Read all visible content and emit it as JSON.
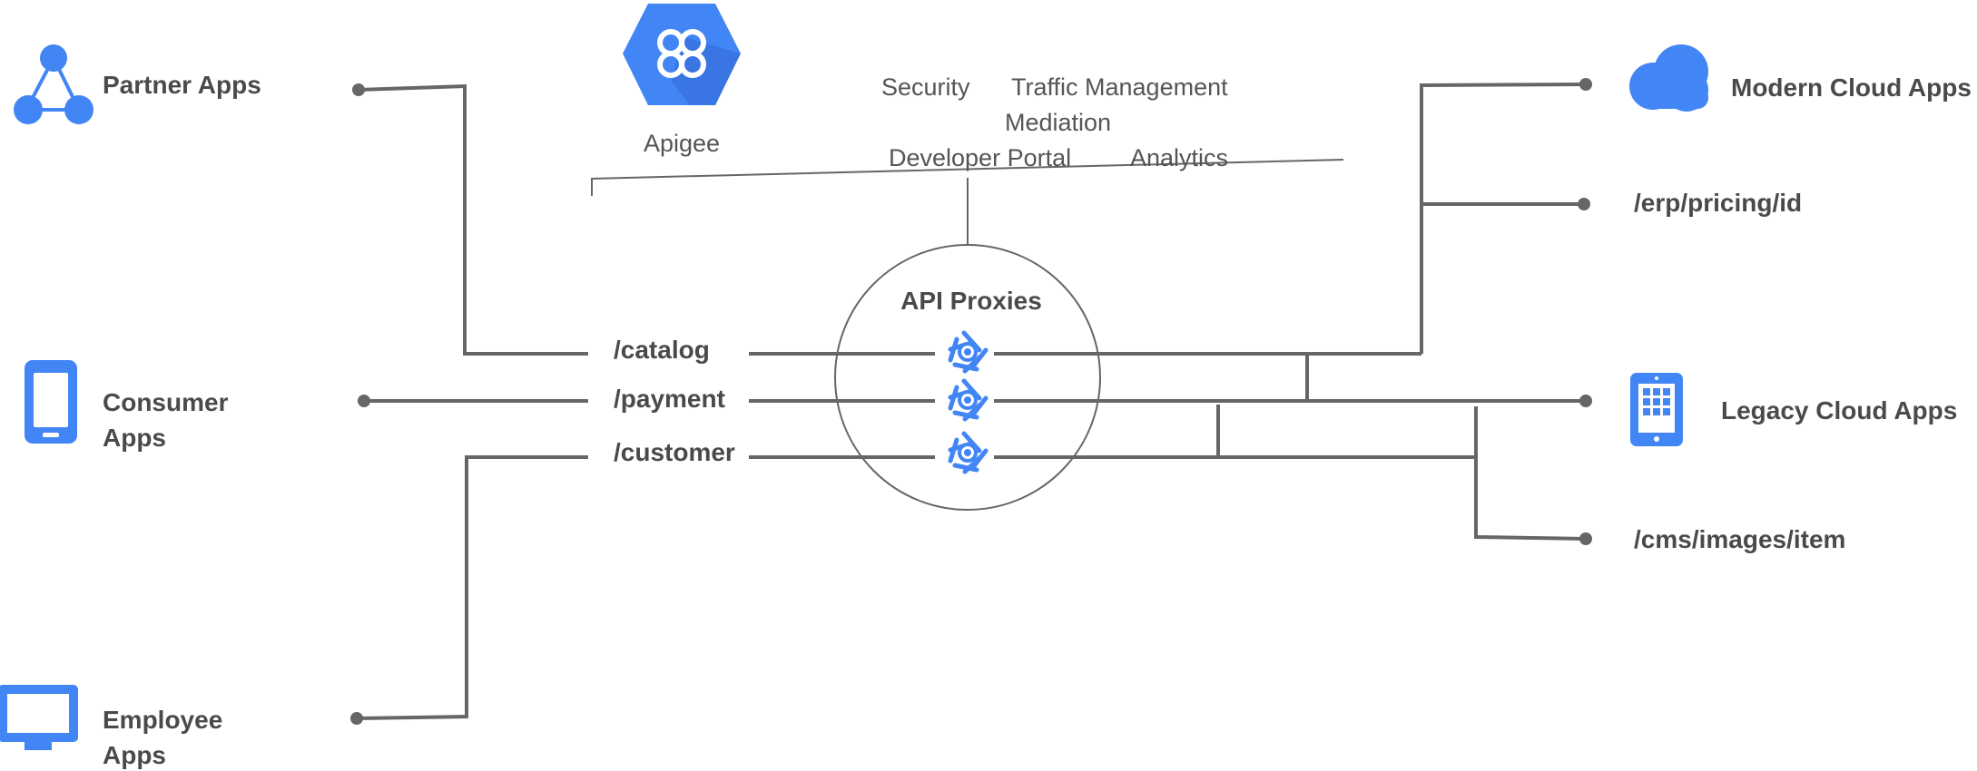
{
  "colors": {
    "accent": "#4285f4",
    "line": "#666666",
    "text": "#4a4a4a"
  },
  "apigee": {
    "icon": "apigee-hexagon-icon",
    "label": "Apigee"
  },
  "features": {
    "security": "Security",
    "traffic_management": "Traffic Management",
    "mediation": "Mediation",
    "developer_portal": "Developer Portal",
    "analytics": "Analytics"
  },
  "proxies": {
    "title": "API Proxies",
    "paths": [
      "/catalog",
      "/payment",
      "/customer"
    ],
    "icon": "shutter-icon"
  },
  "clients": [
    {
      "icon": "network-triangle-icon",
      "label_lines": [
        "Partner Apps"
      ]
    },
    {
      "icon": "smartphone-icon",
      "label_lines": [
        "Consumer",
        "Apps"
      ]
    },
    {
      "icon": "monitor-icon",
      "label_lines": [
        "Employee",
        "Apps"
      ]
    }
  ],
  "backends": [
    {
      "icon": "cloud-icon",
      "label": "Modern Cloud Apps"
    },
    {
      "icon": "tablet-icon",
      "label": "Legacy Cloud Apps"
    }
  ],
  "endpoints": [
    "/erp/pricing/id",
    "/cms/images/item"
  ]
}
